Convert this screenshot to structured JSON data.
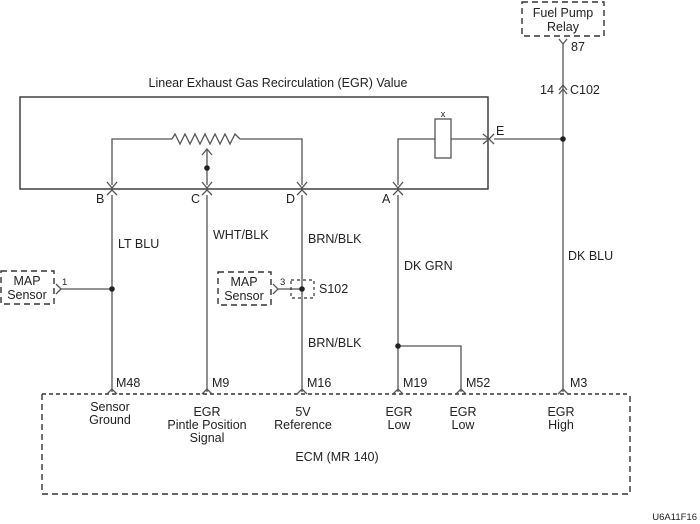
{
  "diagram": {
    "figure_id": "U6A11F16",
    "egr_valve": {
      "title": "Linear Exhaust Gas Recirculation (EGR) Value",
      "pins": [
        "B",
        "C",
        "D",
        "A",
        "E"
      ],
      "solenoid_mark": "x"
    },
    "fuel_pump_relay": {
      "line1": "Fuel Pump",
      "line2": "Relay",
      "pin": "87"
    },
    "connector_c102": {
      "pin": "14",
      "name": "C102"
    },
    "map_sensor_1": {
      "line1": "MAP",
      "line2": "Sensor",
      "pin": "1"
    },
    "map_sensor_2": {
      "line1": "MAP",
      "line2": "Sensor",
      "pin": "3"
    },
    "splice": "S102",
    "wires": {
      "b": "LT BLU",
      "c": "WHT/BLK",
      "d_upper": "BRN/BLK",
      "d_lower": "BRN/BLK",
      "a": "DK GRN",
      "e": "DK BLU"
    },
    "ecm": {
      "title": "ECM (MR 140)",
      "pins": [
        {
          "pin": "M48",
          "line1": "Sensor",
          "line2": "Ground",
          "line3": ""
        },
        {
          "pin": "M9",
          "line1": "EGR",
          "line2": "Pintle Position",
          "line3": "Signal"
        },
        {
          "pin": "M16",
          "line1": "5V",
          "line2": "Reference",
          "line3": ""
        },
        {
          "pin": "M19",
          "line1": "EGR",
          "line2": "Low",
          "line3": ""
        },
        {
          "pin": "M52",
          "line1": "EGR",
          "line2": "Low",
          "line3": ""
        },
        {
          "pin": "M3",
          "line1": "EGR",
          "line2": "High",
          "line3": ""
        }
      ]
    }
  }
}
